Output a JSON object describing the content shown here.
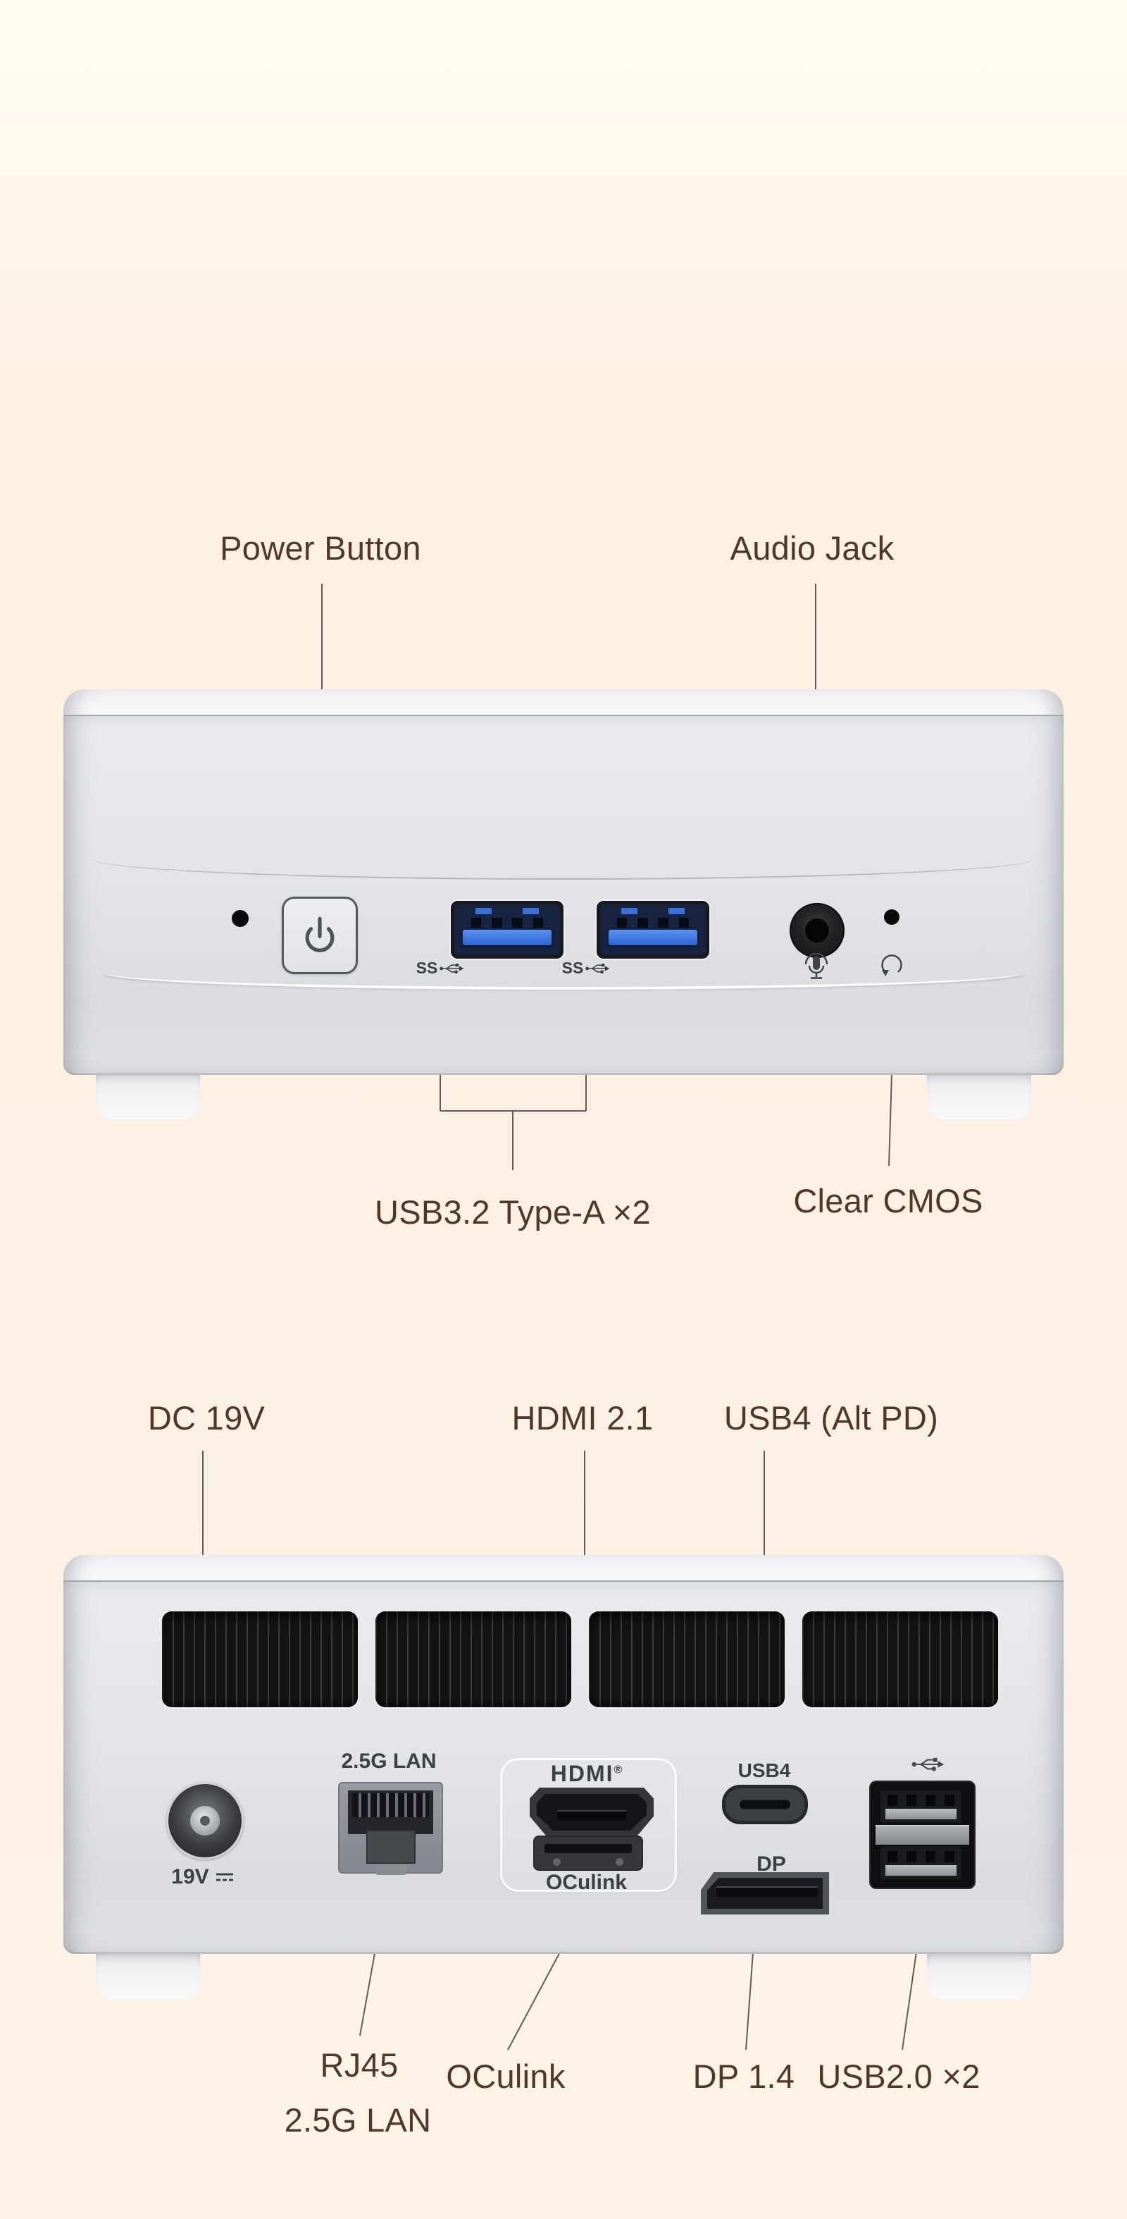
{
  "front_view": {
    "callouts": {
      "power_button": "Power Button",
      "audio_jack": "Audio Jack",
      "usb32": "USB3.2 Type-A ×2",
      "clear_cmos": "Clear CMOS"
    },
    "ss_badge": "SS"
  },
  "rear_view": {
    "callouts": {
      "dc": "DC 19V",
      "hdmi": "HDMI 2.1",
      "usb4_alt": "USB4 (Alt PD)",
      "rj45_line1": "RJ45",
      "rj45_line2": "2.5G LAN",
      "oculink": "OCulink",
      "dp14": "DP 1.4",
      "usb20": "USB2.0 ×2"
    },
    "port_labels": {
      "lan": "2.5G LAN",
      "hdmi_logo": "HDMI",
      "hdmi_reg": "®",
      "oculink": "OCulink",
      "usb4": "USB4",
      "dp": "DP",
      "dc_voltage": "19V"
    }
  },
  "colors": {
    "background_top": "#FFFCF5",
    "background_cream": "#FBF0E3",
    "label_brown": "#4F372A",
    "leader_line": "#5E5D5A",
    "usb_blue": "#2A63D4",
    "device_silver": "#E3E5E9"
  }
}
